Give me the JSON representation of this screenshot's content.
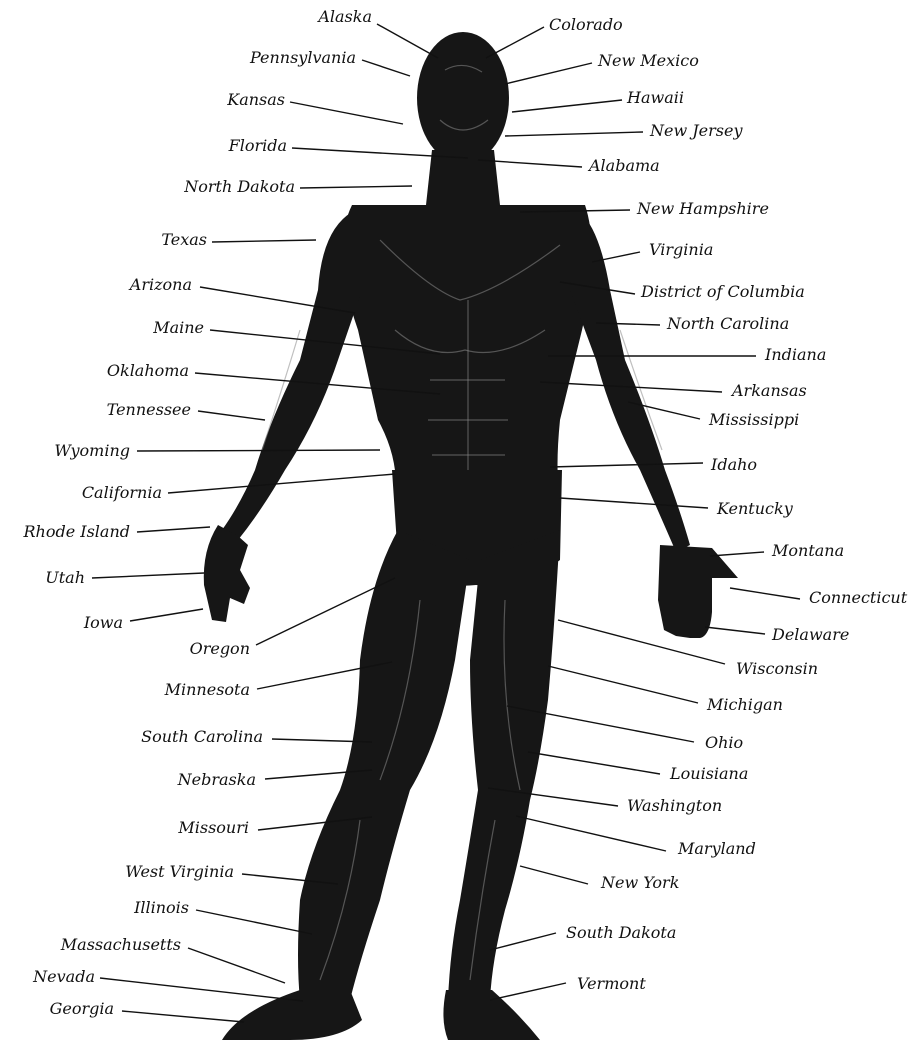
{
  "labels": {
    "alaska": "Alaska",
    "colorado": "Colorado",
    "pennsylvania": "Pennsylvania",
    "new_mexico": "New Mexico",
    "kansas": "Kansas",
    "hawaii": "Hawaii",
    "new_jersey": "New Jersey",
    "florida": "Florida",
    "alabama": "Alabama",
    "north_dakota": "North Dakota",
    "new_hampshire": "New Hampshire",
    "texas": "Texas",
    "virginia": "Virginia",
    "arizona": "Arizona",
    "district_of_columbia": "District of Columbia",
    "maine": "Maine",
    "north_carolina": "North Carolina",
    "indiana": "Indiana",
    "oklahoma": "Oklahoma",
    "arkansas": "Arkansas",
    "tennessee": "Tennessee",
    "mississippi": "Mississippi",
    "wyoming": "Wyoming",
    "idaho": "Idaho",
    "california": "California",
    "kentucky": "Kentucky",
    "rhode_island": "Rhode Island",
    "montana": "Montana",
    "utah": "Utah",
    "connecticut": "Connecticut",
    "iowa": "Iowa",
    "delaware": "Delaware",
    "oregon": "Oregon",
    "wisconsin": "Wisconsin",
    "minnesota": "Minnesota",
    "michigan": "Michigan",
    "south_carolina": "South Carolina",
    "ohio": "Ohio",
    "nebraska": "Nebraska",
    "louisiana": "Louisiana",
    "washington": "Washington",
    "missouri": "Missouri",
    "maryland": "Maryland",
    "west_virginia": "West Virginia",
    "new_york": "New York",
    "illinois": "Illinois",
    "south_dakota": "South Dakota",
    "massachusetts": "Massachusetts",
    "nevada": "Nevada",
    "vermont": "Vermont",
    "georgia": "Georgia"
  }
}
